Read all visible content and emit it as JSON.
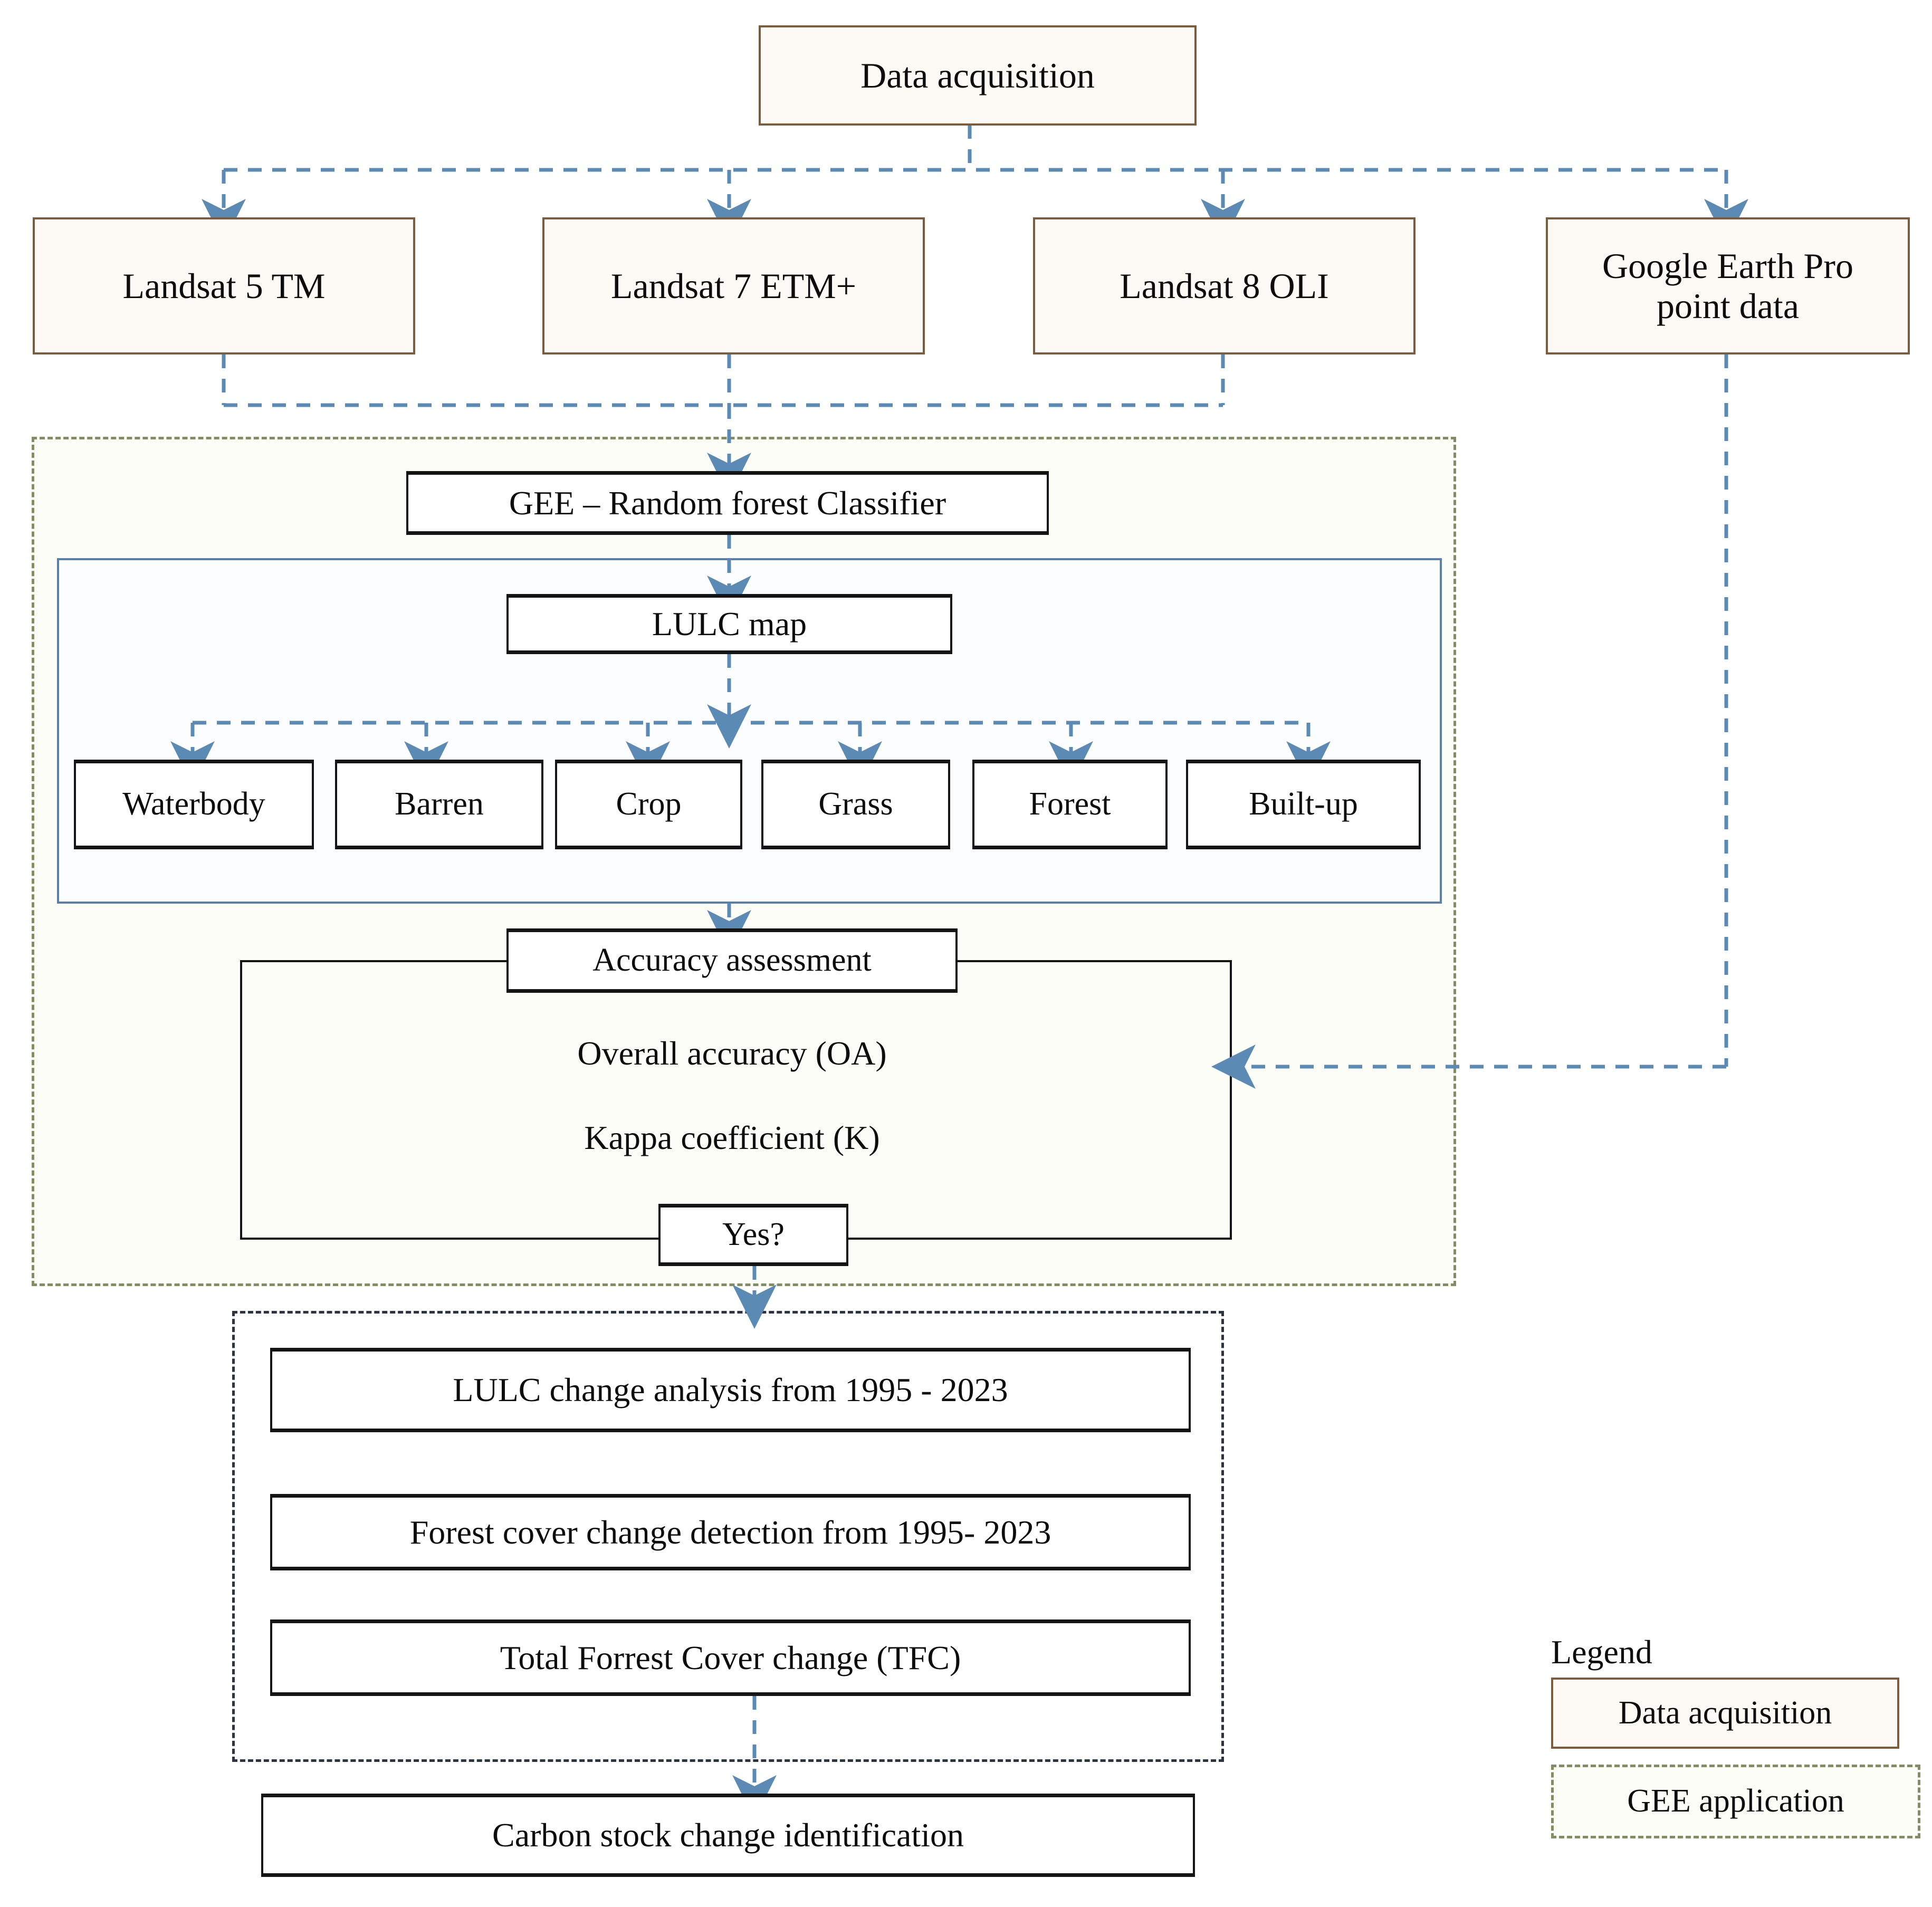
{
  "diagram": {
    "title_node": {
      "label": "Data acquisition"
    },
    "sources": [
      {
        "label": "Landsat 5 TM"
      },
      {
        "label": "Landsat 7 ETM+"
      },
      {
        "label": "Landsat 8 OLI"
      },
      {
        "label": "Google Earth Pro\npoint data"
      }
    ],
    "gee_group": {
      "classifier": {
        "label": "GEE – Random forest Classifier"
      },
      "lulc_map": {
        "label": "LULC map"
      },
      "classes": [
        {
          "label": "Waterbody"
        },
        {
          "label": "Barren"
        },
        {
          "label": "Crop"
        },
        {
          "label": "Grass"
        },
        {
          "label": "Forest"
        },
        {
          "label": "Built-up"
        }
      ],
      "accuracy": {
        "header": "Accuracy assessment",
        "line1": "Overall accuracy (OA)",
        "line2": "Kappa coefficient (K)",
        "decision": "Yes?"
      }
    },
    "analysis_group": {
      "items": [
        {
          "label": "LULC change analysis from 1995 - 2023"
        },
        {
          "label": "Forest cover change detection from 1995- 2023"
        },
        {
          "label": "Total Forrest Cover change (TFC)"
        }
      ]
    },
    "outcome": {
      "label": "Carbon stock change identification"
    },
    "legend": {
      "title": "Legend",
      "entries": [
        {
          "label": "Data acquisition",
          "swatch": "brown-solid",
          "color": "#7a5c3e"
        },
        {
          "label": "GEE application",
          "swatch": "green-dashed",
          "color": "#7f8f63"
        }
      ]
    },
    "colors": {
      "connector": "#5b8bb5",
      "data_border": "#7a5c3e",
      "data_fill": "#fdfaf5",
      "gee_border": "#7f8f63",
      "lulc_border": "#5b7fa6",
      "analysis_border": "#2c3440",
      "process_border": "#141414",
      "text": "#0d0d0d"
    }
  }
}
